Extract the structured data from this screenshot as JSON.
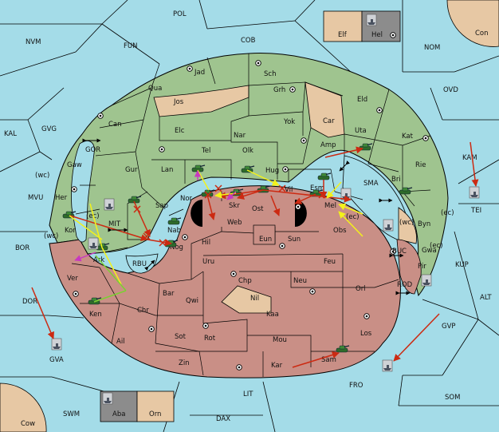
{
  "colors": {
    "sea": "#a4dce8",
    "north_power": "#9fc48f",
    "south_power": "#c98f86",
    "neutral": "#e7c8a4",
    "grey_box": "#8c8c8c",
    "border": "#000000",
    "move_order": "#cc2a12",
    "support_order": "#f4f21a",
    "convoy_order": "#c838c0",
    "other_order": "#7bd032"
  },
  "sea_labels": [
    "POL",
    "FUN",
    "COB",
    "NVM",
    "NOM",
    "OVD",
    "KAL",
    "GVG",
    "GOR",
    "MVU",
    "MIT",
    "BOR",
    "RBU",
    "DOR",
    "SMA",
    "BUC",
    "ROD",
    "KAM",
    "KUP",
    "ALT",
    "GVP",
    "SOM",
    "FRO",
    "LIT",
    "SWM",
    "DAX",
    "GVA",
    "TEI"
  ],
  "north_territories": [
    "Jad",
    "Sch",
    "Qua",
    "Jos",
    "Grh",
    "Can",
    "Elc",
    "Nar",
    "Yok",
    "Car",
    "Eld",
    "Uta",
    "Tel",
    "Olk",
    "Amp",
    "Kat",
    "Gaw",
    "Gur",
    "Lan",
    "Hug",
    "Rie",
    "Her",
    "Nor",
    "Skr",
    "Vil",
    "Esm",
    "Bri",
    "Sap",
    "Kor",
    "Mel",
    "Byn",
    "Nab",
    "Obs"
  ],
  "south_territories": [
    "Web",
    "Ost",
    "Hil",
    "Eun",
    "Sun",
    "Nog",
    "Ark",
    "Uru",
    "Feu",
    "Ver",
    "Chp",
    "Neu",
    "Orl",
    "Bar",
    "Qwi",
    "Nil",
    "Pir",
    "Gwa",
    "Chr",
    "Kaa",
    "Ken",
    "Sot",
    "Rot",
    "Mou",
    "Los",
    "Ail",
    "Zin",
    "Kar",
    "Sam"
  ],
  "corner_boxes": [
    "Elf",
    "Hel",
    "Con",
    "Aba",
    "Orn",
    "Cow"
  ],
  "coast_tags": [
    "(wc)",
    "(ec)",
    "(wc)",
    "(wc)",
    "(ec)",
    "(ec)",
    "(ec)"
  ]
}
